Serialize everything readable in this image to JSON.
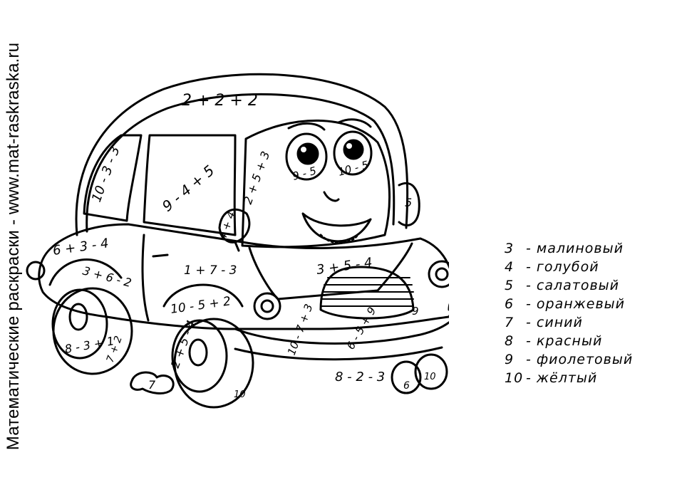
{
  "side_caption": "Математические раскраски - www.mat-raskraska.ru",
  "equations": {
    "roof": "2 + 2 + 2",
    "rear_window": "10 - 3 - 3",
    "side_window": "9 - 4 + 5",
    "front_window": "2 + 5 + 3",
    "left_eye": "9 - 5",
    "right_eye": "10 - 5",
    "ear": "5",
    "mirror": "4 + 4",
    "rear_panel": "6 + 3 - 4",
    "rear_fender": "3 + 6 - 2",
    "door": "1 + 7 - 3",
    "hood": "3 + 5 - 4",
    "front_fender": "10 - 5 + 2",
    "rear_wheel_hub": "8 - 3 + 1",
    "rear_wheel_tire": "7 + 2",
    "front_wheel_hub": "2 + 5 - 4",
    "front_wheel_tire": "10",
    "bumper_side": "10 - 7 + 3",
    "grille": "6 - 5 + 9",
    "grille_edge": "9",
    "bumper": "8 - 2 - 3",
    "right_wheel_a": "6",
    "right_wheel_b": "10",
    "exhaust": "7"
  },
  "legend": [
    {
      "num": "3",
      "sep": "-",
      "color": "малиновый"
    },
    {
      "num": "4",
      "sep": "-",
      "color": "голубой"
    },
    {
      "num": "5",
      "sep": "-",
      "color": "салатовый"
    },
    {
      "num": "6",
      "sep": "-",
      "color": "оранжевый"
    },
    {
      "num": "7",
      "sep": "-",
      "color": "синий"
    },
    {
      "num": "8",
      "sep": "-",
      "color": "красный"
    },
    {
      "num": "9",
      "sep": "-",
      "color": "фиолетовый"
    },
    {
      "num": "10",
      "sep": "-",
      "color": "жёлтый"
    }
  ]
}
